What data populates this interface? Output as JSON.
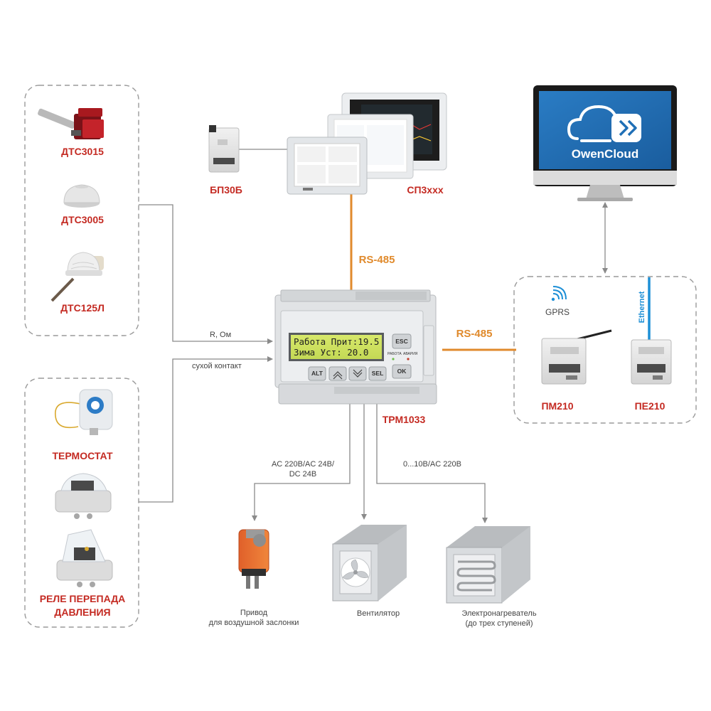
{
  "labels": {
    "dts3015": "ДТС3015",
    "dts3005": "ДТС3005",
    "dts125l": "ДТС125Л",
    "thermostat": "ТЕРМОСТАТ",
    "relay_line1": "РЕЛЕ ПЕРЕПАДА",
    "relay_line2": "ДАВЛЕНИЯ",
    "bp30b": "БП30Б",
    "sp3xxx": "СП3ххх",
    "trm1033": "ТРМ1033",
    "pm210": "ПМ210",
    "pe210": "ПЕ210",
    "gprs": "GPRS",
    "ethernet": "Ethernet",
    "owencloud": "OwenCloud"
  },
  "connections": {
    "rs485_top": "RS-485",
    "rs485_right": "RS-485",
    "r_ohm": "R, Ом",
    "dry_contact": "сухой контакт",
    "power_line1": "AC 220B/AC 24B/",
    "power_line2": "DC 24B",
    "signal": "0...10B/AC 220B"
  },
  "controller": {
    "lcd_line1": "Работа Прит:19.5",
    "lcd_line2": " Зима Уст: 20.0",
    "btn_esc": "ESC",
    "btn_ok": "OK",
    "btn_alt": "ALT",
    "btn_sel": "SEL",
    "led_work": "РАБОТА",
    "led_alarm": "АВАРИЯ"
  },
  "outputs": {
    "actuator_line1": "Привод",
    "actuator_line2": "для воздушной заслонки",
    "fan": "Вентилятор",
    "heater_line1": "Электронагреватель",
    "heater_line2": "(до трех ступеней)"
  },
  "colors": {
    "label_red": "#c42a22",
    "rs485_orange": "#e08a2c",
    "ethernet_blue": "#1d8fd6",
    "connector_gray": "#8a8a8a",
    "cloud_screen": "#1f6fb6"
  }
}
